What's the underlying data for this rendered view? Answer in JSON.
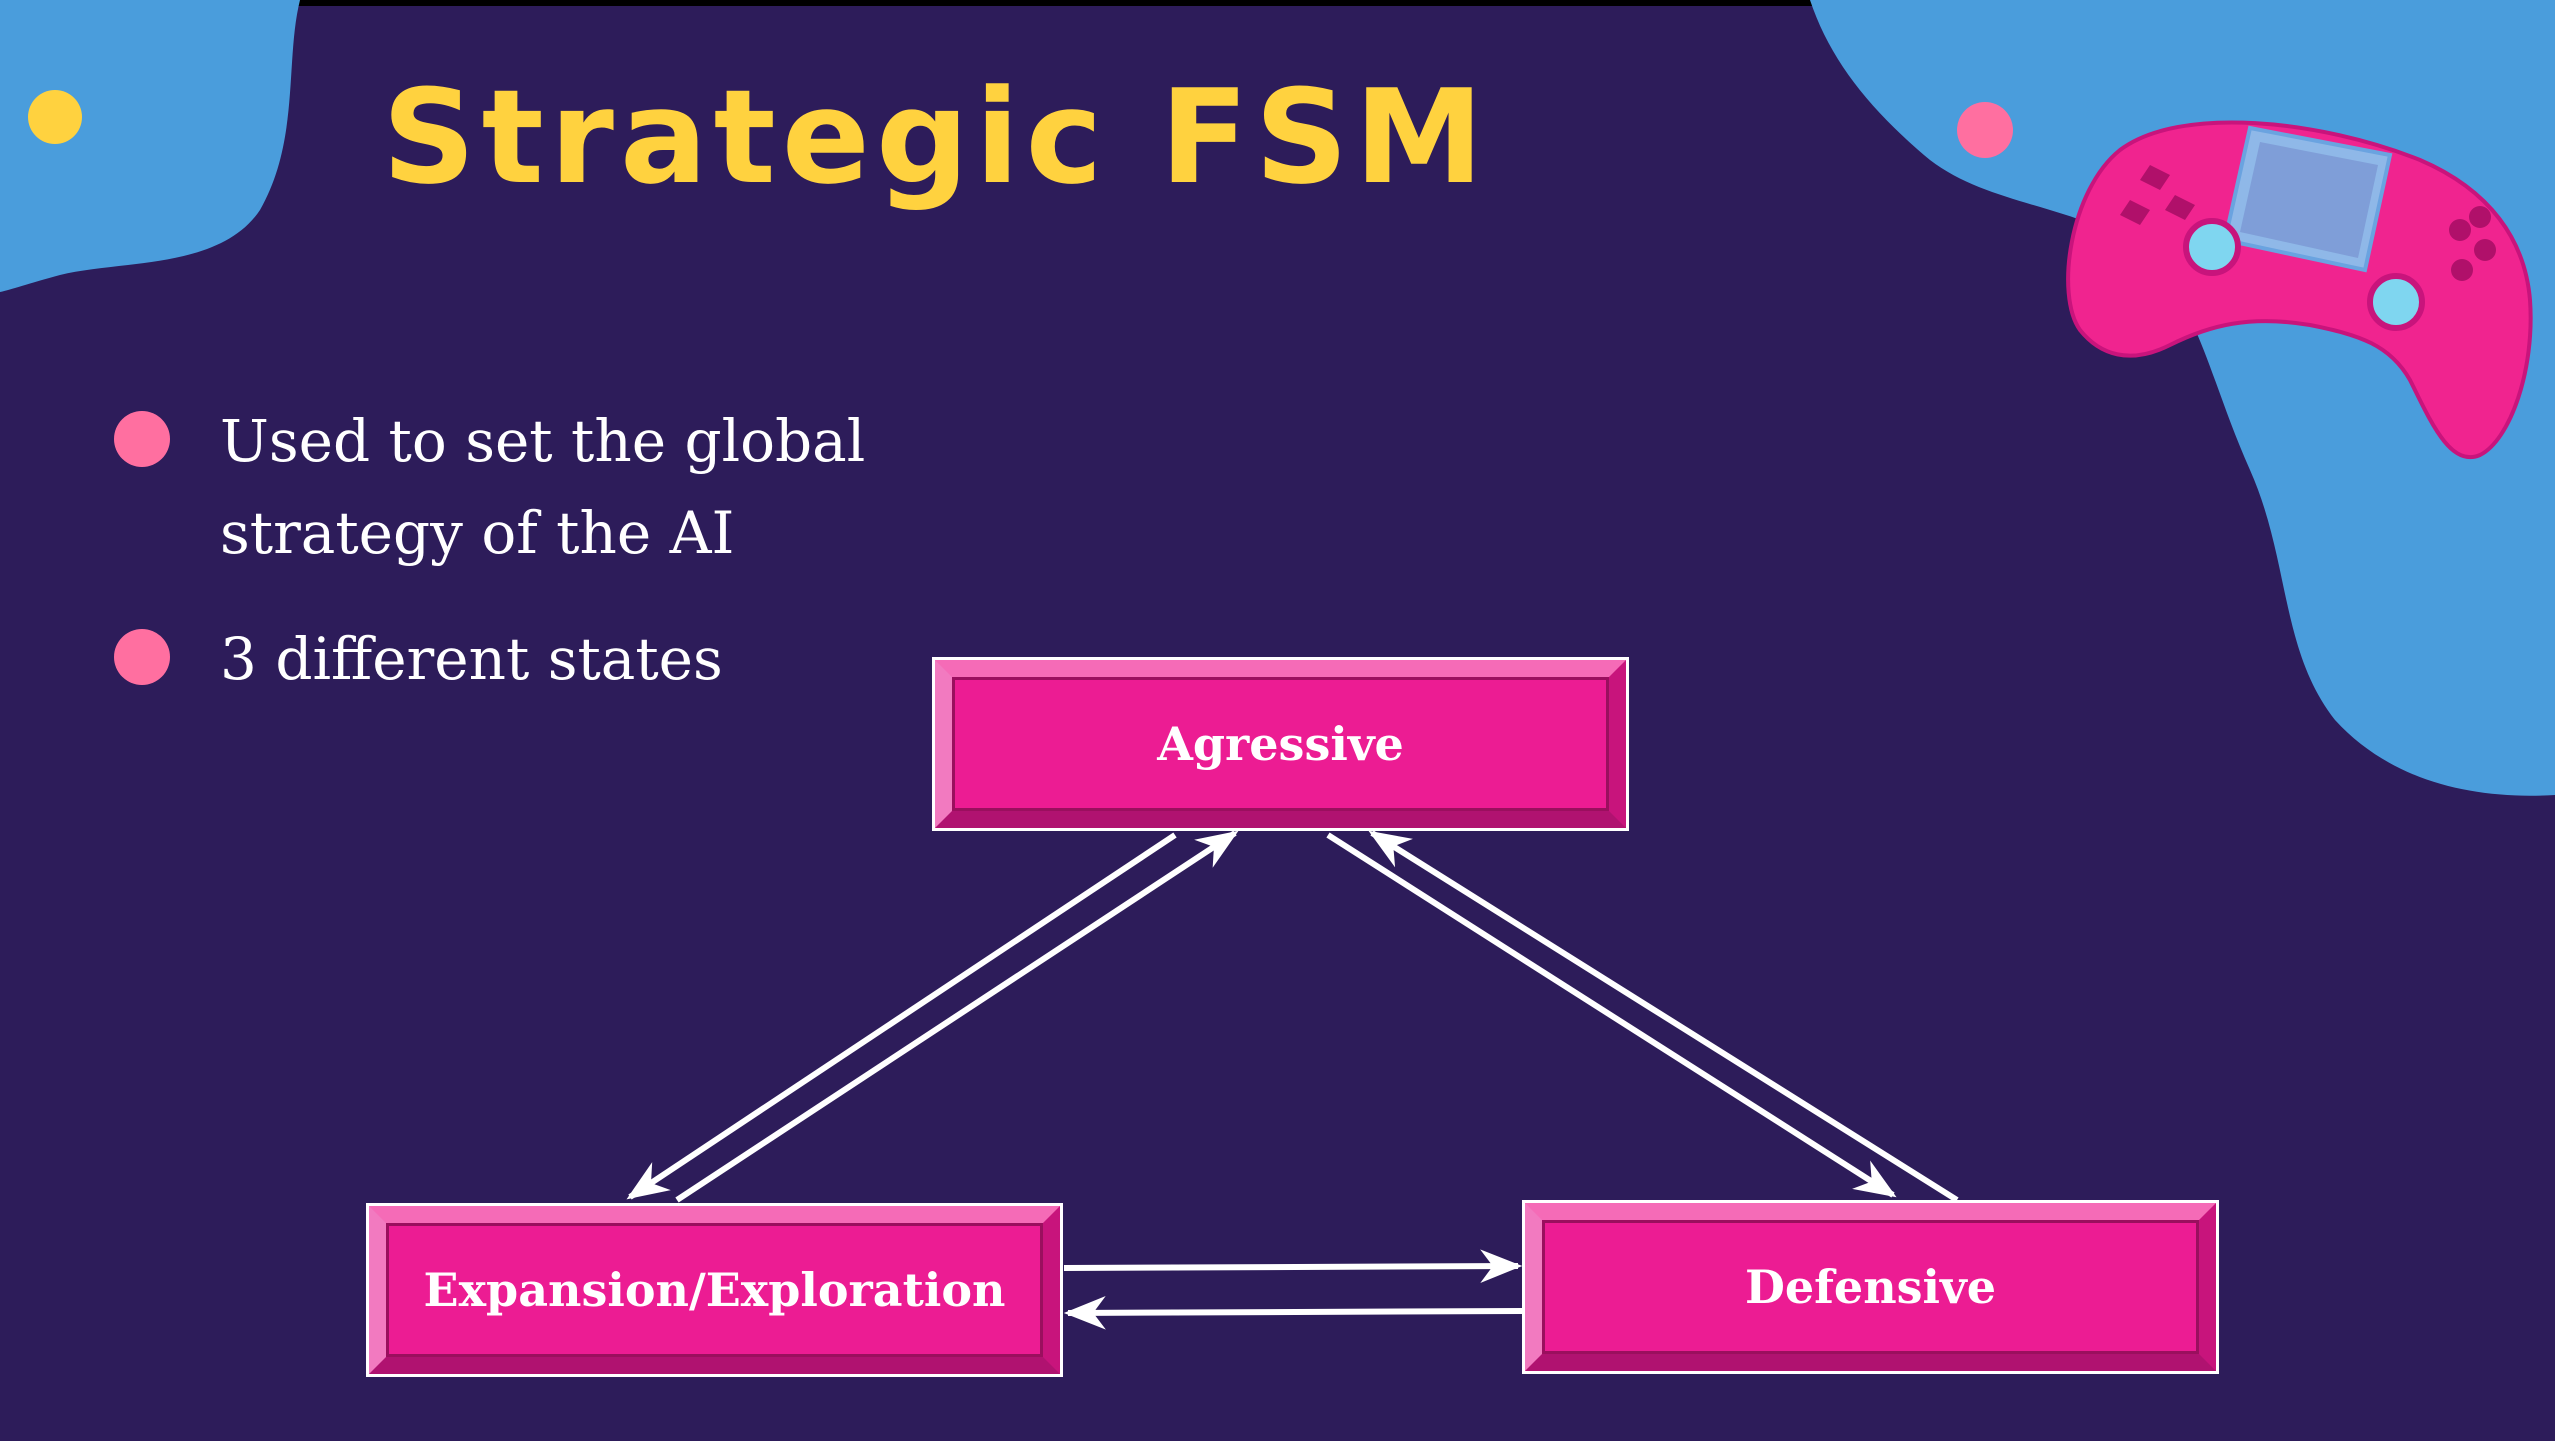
{
  "slide": {
    "title": "Strategic FSM",
    "bullets": [
      "Used to set the global strategy of the AI",
      "3 different states"
    ]
  },
  "diagram": {
    "states": {
      "agressive": "Agressive",
      "expansion": "Expansion/Exploration",
      "defensive": "Defensive"
    }
  },
  "colors": {
    "background": "#2d1c5a",
    "title": "#ffd23f",
    "bullet": "#ff6fa0",
    "state_fill": "#ec1c93",
    "blob": "#4a9ddc",
    "controller": "#f0248f"
  },
  "decorations": {
    "icon": "game-controller-icon"
  }
}
